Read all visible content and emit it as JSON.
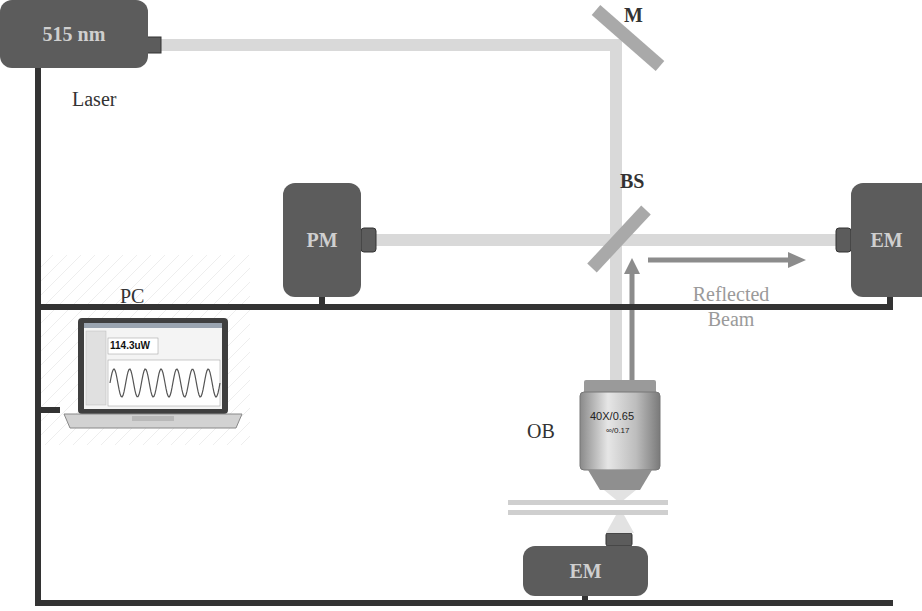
{
  "diagram": {
    "nodes": [
      {
        "text": [
          "515 nm",
          "Laser"
        ]
      },
      {
        "text": [
          "PM"
        ]
      },
      {
        "text": [
          "EM"
        ]
      },
      {
        "text": [
          "PC",
          "114.3uW"
        ]
      },
      {
        "text": [
          "EM"
        ]
      }
    ],
    "edges": [
      {
        "from": 3,
        "to": 0,
        "arrow": "none"
      },
      {
        "from": 3,
        "to": 1,
        "arrow": "none"
      },
      {
        "from": 3,
        "to": 2,
        "arrow": "none"
      },
      {
        "from": 3,
        "to": 4,
        "arrow": "none"
      }
    ],
    "labels": [
      "M",
      "BS",
      "OB",
      "Reflected Beam",
      "40X/0.65",
      "∞/0.17"
    ]
  }
}
